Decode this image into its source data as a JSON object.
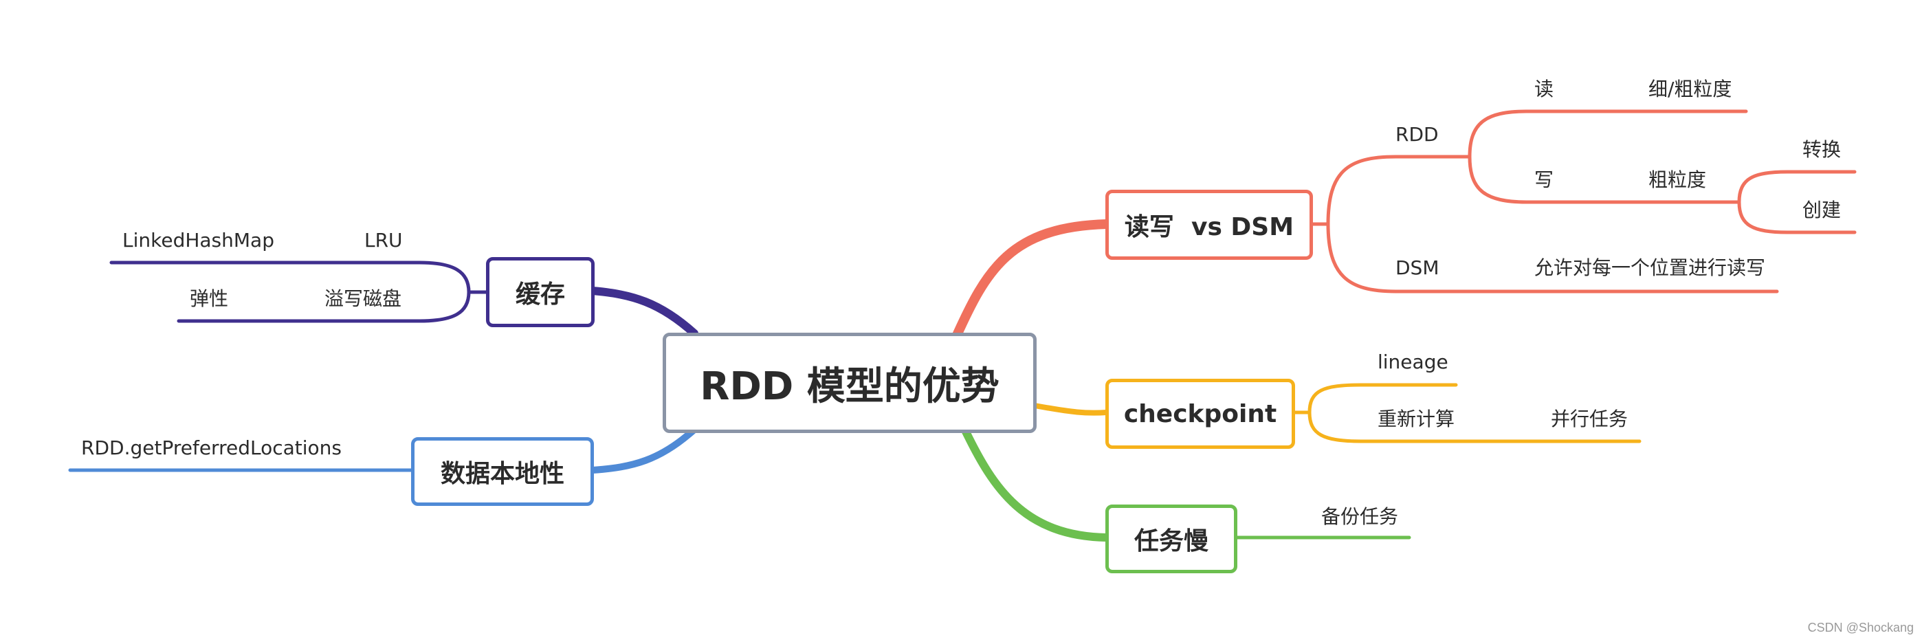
{
  "root": {
    "label": "RDD 模型的优势"
  },
  "colors": {
    "rw": "#f0705d",
    "checkpoint": "#f6b21b",
    "slow": "#6cbf4f",
    "cache": "#3f2f8e",
    "locality": "#4f8ad6",
    "root_border": "#8a94a6"
  },
  "topics": {
    "rw": "读写  vs DSM",
    "checkpoint": "checkpoint",
    "slow": "任务慢",
    "cache": "缓存",
    "locality": "数据本地性"
  },
  "leaves": {
    "rdd": "RDD",
    "read": "读",
    "read_grain": "细/粗粒度",
    "write": "写",
    "write_grain": "粗粒度",
    "transform": "转换",
    "create": "创建",
    "dsm": "DSM",
    "dsm_desc": "允许对每一个位置进行读写",
    "lineage": "lineage",
    "recompute": "重新计算",
    "parallel": "并行任务",
    "backup": "备份任务",
    "linkedhashmap": "LinkedHashMap",
    "lru": "LRU",
    "elastic": "弹性",
    "spill": "溢写磁盘",
    "preferred": "RDD.getPreferredLocations"
  },
  "watermark": "CSDN @Shockang"
}
